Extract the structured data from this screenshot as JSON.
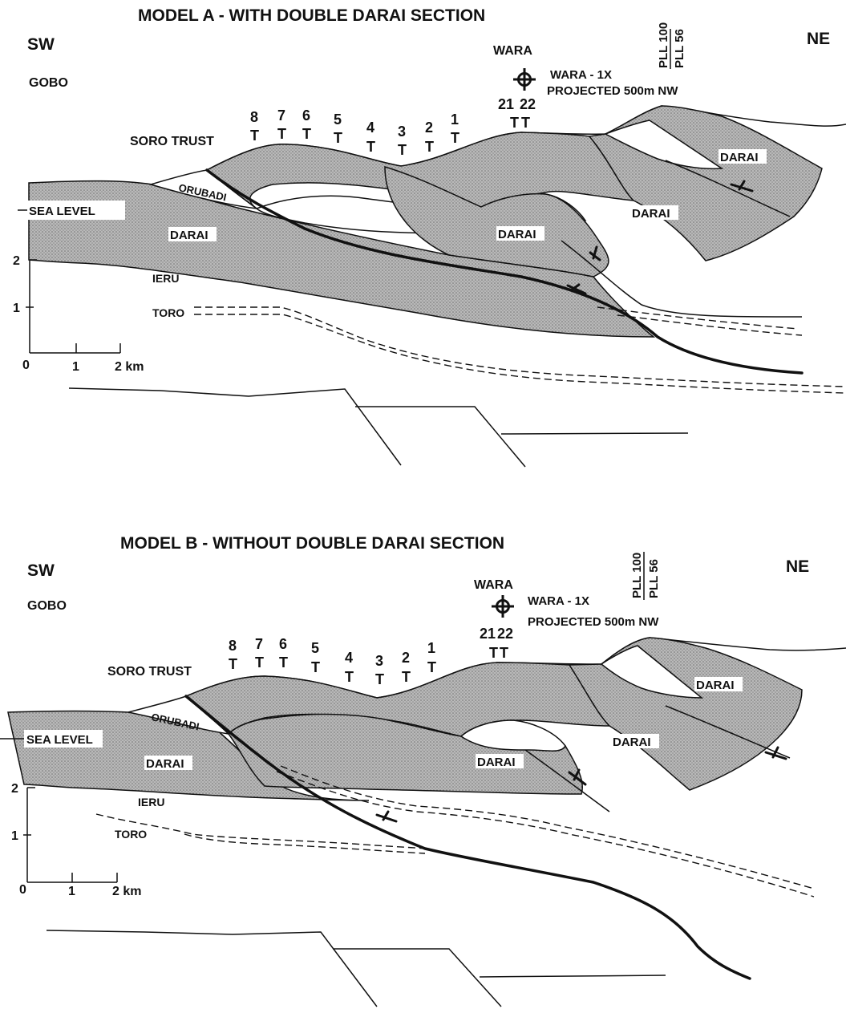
{
  "panels": [
    {
      "title": "MODEL A - WITH DOUBLE DARAI SECTION",
      "sw": "SW",
      "ne": "NE",
      "gobo": "GOBO",
      "wara": "WARA",
      "well_name": "WARA - 1X",
      "well_note": "PROJECTED 500m NW",
      "line_a": "PLL 100",
      "line_b": "PLL 56",
      "soro": "SORO TRUST",
      "sea_level": "SEA LEVEL",
      "orubadi": "ORUBADI",
      "ieru": "IERU",
      "toro": "TORO",
      "darai": "DARAI",
      "shot_numbers": [
        "8",
        "7",
        "6",
        "5",
        "4",
        "3",
        "2",
        "1",
        "21",
        "22"
      ],
      "shot_mark": "T",
      "scale": {
        "v2": "2",
        "v1": "1",
        "zero": "0",
        "h1": "1",
        "h2": "2 km"
      }
    },
    {
      "title": "MODEL B - WITHOUT DOUBLE DARAI SECTION",
      "sw": "SW",
      "ne": "NE",
      "gobo": "GOBO",
      "wara": "WARA",
      "well_name": "WARA - 1X",
      "well_note": "PROJECTED 500m NW",
      "line_a": "PLL 100",
      "line_b": "PLL 56",
      "soro": "SORO TRUST",
      "sea_level": "SEA LEVEL",
      "orubadi": "ORUBADI",
      "ieru": "IERU",
      "toro": "TORO",
      "darai": "DARAI",
      "shot_numbers": [
        "8",
        "7",
        "6",
        "5",
        "4",
        "3",
        "2",
        "1",
        "21",
        "22"
      ],
      "shot_mark": "T",
      "scale": {
        "v2": "2",
        "v1": "1",
        "zero": "0",
        "h1": "1",
        "h2": "2 km"
      }
    }
  ]
}
